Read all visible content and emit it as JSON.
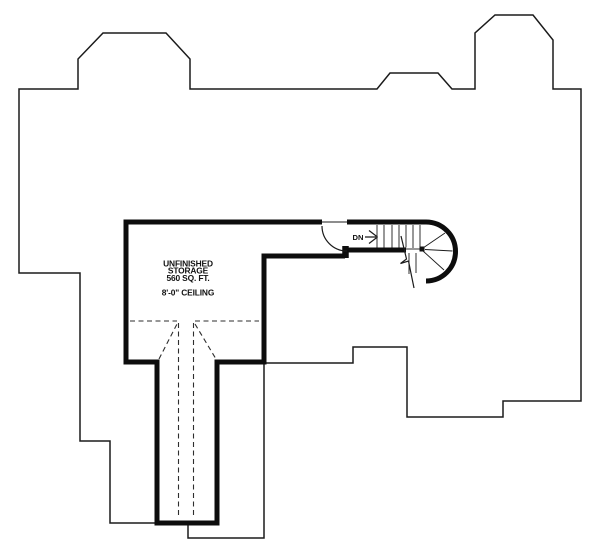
{
  "plan": {
    "storage_room": {
      "label_line1": "UNFINISHED",
      "label_line2": "STORAGE",
      "area_label": "560 SQ. FT.",
      "ceiling_label": "8'-0\" CEILING"
    },
    "stair": {
      "direction_label": "DN"
    }
  },
  "colors": {
    "line": "#1b1b1b",
    "wall": "#0d0d0d",
    "dashed_line": "#2e2e2e",
    "text": "#111111",
    "background": "#ffffff"
  }
}
